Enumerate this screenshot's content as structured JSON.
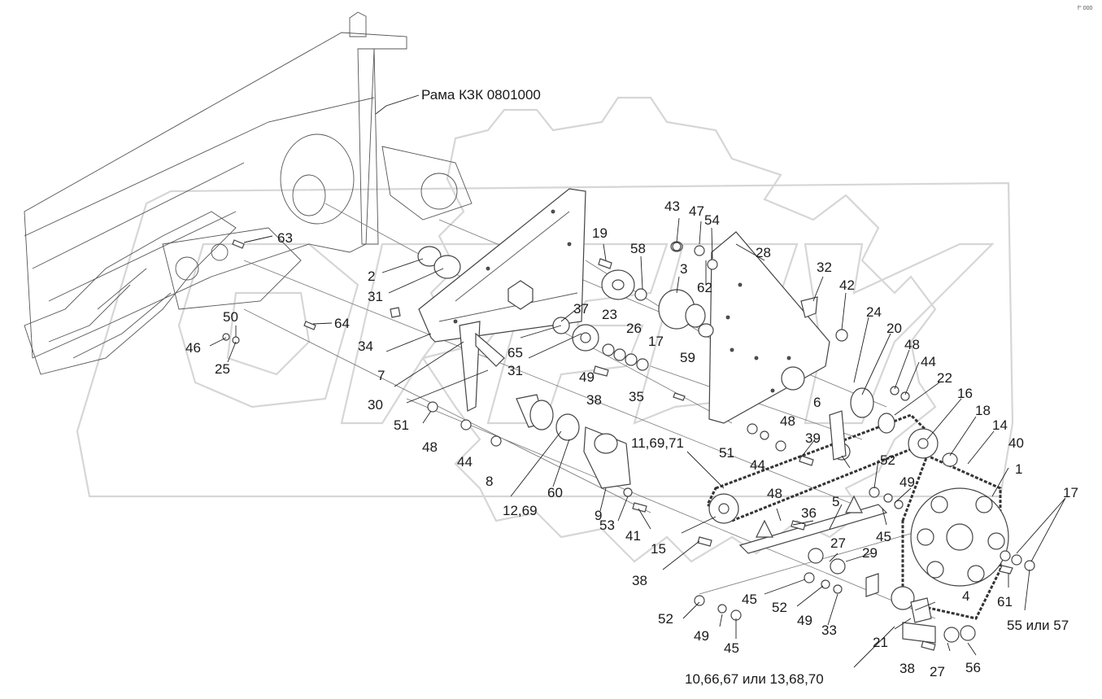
{
  "frame_label": "Рама КЗК 0801000",
  "corner_mark": "f° 000",
  "callouts": [
    {
      "id": "c43",
      "text": "43"
    },
    {
      "id": "c47",
      "text": "47"
    },
    {
      "id": "c54",
      "text": "54"
    },
    {
      "id": "c19",
      "text": "19"
    },
    {
      "id": "c58",
      "text": "58"
    },
    {
      "id": "c3",
      "text": "3"
    },
    {
      "id": "c62",
      "text": "62"
    },
    {
      "id": "c28",
      "text": "28"
    },
    {
      "id": "c32",
      "text": "32"
    },
    {
      "id": "c42",
      "text": "42"
    },
    {
      "id": "c63",
      "text": "63"
    },
    {
      "id": "c2",
      "text": "2"
    },
    {
      "id": "c31a",
      "text": "31"
    },
    {
      "id": "c37",
      "text": "37"
    },
    {
      "id": "c23",
      "text": "23"
    },
    {
      "id": "c26",
      "text": "26"
    },
    {
      "id": "c17a",
      "text": "17"
    },
    {
      "id": "c24",
      "text": "24"
    },
    {
      "id": "c20",
      "text": "20"
    },
    {
      "id": "c48a",
      "text": "48"
    },
    {
      "id": "c44a",
      "text": "44"
    },
    {
      "id": "c50",
      "text": "50"
    },
    {
      "id": "c64",
      "text": "64"
    },
    {
      "id": "c46",
      "text": "46"
    },
    {
      "id": "c25",
      "text": "25"
    },
    {
      "id": "c34",
      "text": "34"
    },
    {
      "id": "c65",
      "text": "65"
    },
    {
      "id": "c59",
      "text": "59"
    },
    {
      "id": "c7",
      "text": "7"
    },
    {
      "id": "c31b",
      "text": "31"
    },
    {
      "id": "c49a",
      "text": "49"
    },
    {
      "id": "c38a",
      "text": "38"
    },
    {
      "id": "c35",
      "text": "35"
    },
    {
      "id": "c6",
      "text": "6"
    },
    {
      "id": "c22",
      "text": "22"
    },
    {
      "id": "c16",
      "text": "16"
    },
    {
      "id": "c18",
      "text": "18"
    },
    {
      "id": "c30",
      "text": "30"
    },
    {
      "id": "c51a",
      "text": "51"
    },
    {
      "id": "c48b",
      "text": "48"
    },
    {
      "id": "c14",
      "text": "14"
    },
    {
      "id": "c40",
      "text": "40"
    },
    {
      "id": "c48c",
      "text": "48"
    },
    {
      "id": "c44b",
      "text": "44"
    },
    {
      "id": "c8",
      "text": "8"
    },
    {
      "id": "c11",
      "text": "11,69,71"
    },
    {
      "id": "c39",
      "text": "39"
    },
    {
      "id": "c51b",
      "text": "51"
    },
    {
      "id": "c44c",
      "text": "44"
    },
    {
      "id": "c52a",
      "text": "52"
    },
    {
      "id": "c49b",
      "text": "49"
    },
    {
      "id": "c1",
      "text": "1"
    },
    {
      "id": "c12",
      "text": "12,69"
    },
    {
      "id": "c60",
      "text": "60"
    },
    {
      "id": "c9",
      "text": "9"
    },
    {
      "id": "c17b",
      "text": "17"
    },
    {
      "id": "c48d",
      "text": "48"
    },
    {
      "id": "c5",
      "text": "5"
    },
    {
      "id": "c36",
      "text": "36"
    },
    {
      "id": "c53",
      "text": "53"
    },
    {
      "id": "c41",
      "text": "41"
    },
    {
      "id": "c15",
      "text": "15"
    },
    {
      "id": "c45a",
      "text": "45"
    },
    {
      "id": "c27a",
      "text": "27"
    },
    {
      "id": "c29",
      "text": "29"
    },
    {
      "id": "c38b",
      "text": "38"
    },
    {
      "id": "c61",
      "text": "61"
    },
    {
      "id": "c4",
      "text": "4"
    },
    {
      "id": "c45b",
      "text": "45"
    },
    {
      "id": "c52b",
      "text": "52"
    },
    {
      "id": "c55",
      "text": "55 или 57"
    },
    {
      "id": "c52c",
      "text": "52"
    },
    {
      "id": "c49c",
      "text": "49"
    },
    {
      "id": "c33",
      "text": "33"
    },
    {
      "id": "c45c",
      "text": "45"
    },
    {
      "id": "c49d",
      "text": "49"
    },
    {
      "id": "c21",
      "text": "21"
    },
    {
      "id": "c38c",
      "text": "38"
    },
    {
      "id": "c27b",
      "text": "27"
    },
    {
      "id": "c56",
      "text": "56"
    },
    {
      "id": "c10",
      "text": "10,66,67 или 13,68,70"
    }
  ]
}
